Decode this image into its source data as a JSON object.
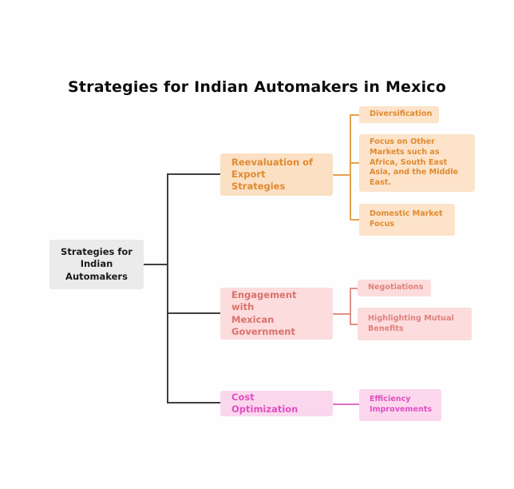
{
  "title": "Strategies for Indian Automakers in Mexico",
  "root": {
    "label": "Strategies for\nIndian\nAutomakers",
    "color": "#ebebeb",
    "text_color": "#1a1a1a"
  },
  "branches": [
    {
      "label": "Reevaluation of\nExport Strategies",
      "color": "#fbe0c4",
      "text_color": "#e08a30",
      "connector_color": "#e2a24f",
      "children": [
        {
          "label": "Diversification"
        },
        {
          "label": "Focus on Other\nMarkets such as\nAfrica, South East\nAsia, and the Middle\nEast."
        },
        {
          "label": "Domestic Market\nFocus"
        }
      ]
    },
    {
      "label": "Engagement with\nMexican\nGovernment",
      "color": "#fcdcdc",
      "text_color": "#d9726e",
      "connector_color": "#e08f8b",
      "children": [
        {
          "label": "Negotiations"
        },
        {
          "label": "Highlighting Mutual\nBenefits"
        }
      ]
    },
    {
      "label": "Cost Optimization",
      "color": "#fbd7ee",
      "text_color": "#df4fc0",
      "connector_color": "#df6fc8",
      "children": [
        {
          "label": "Efficiency\nImprovements"
        }
      ]
    }
  ],
  "root_connector_color": "#3f3f3f",
  "background_color": "#fefefe"
}
